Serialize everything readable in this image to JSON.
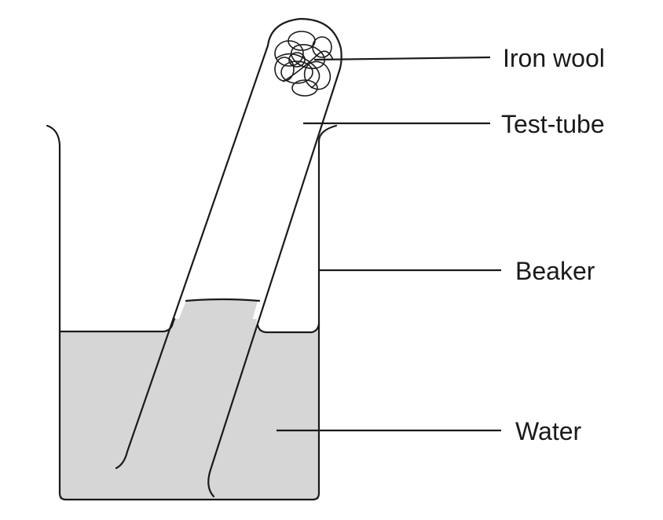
{
  "labels": {
    "iron_wool": "Iron wool",
    "test_tube": "Test-tube",
    "beaker": "Beaker",
    "water": "Water"
  },
  "colors": {
    "water": "#d6d6d6",
    "line": "#1a1a1a",
    "background": "#ffffff"
  }
}
